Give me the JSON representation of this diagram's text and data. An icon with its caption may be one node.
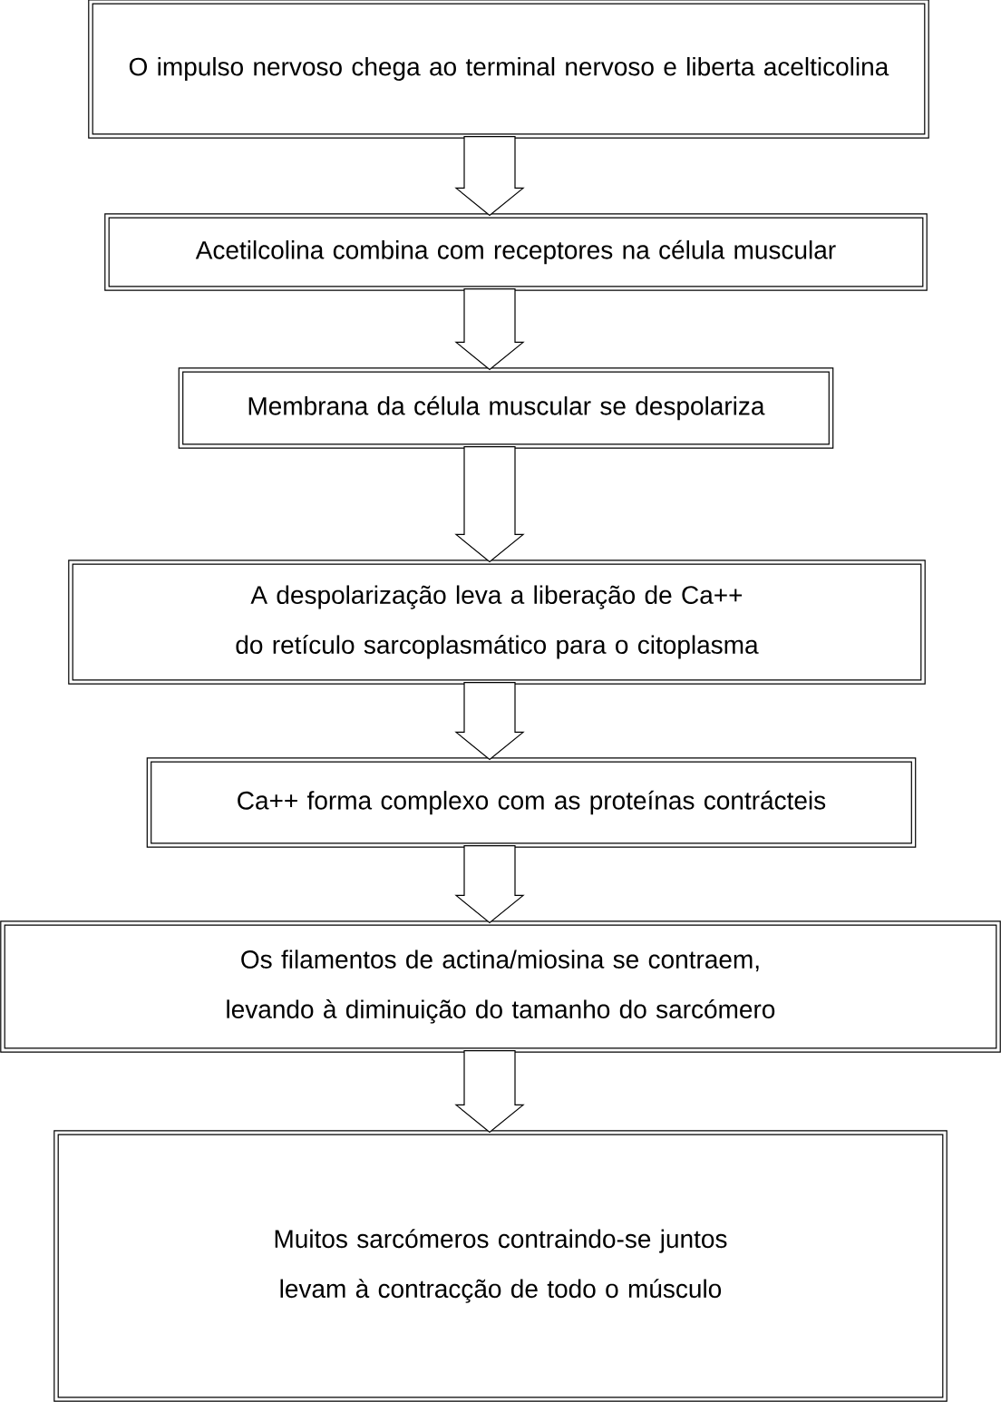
{
  "diagram": {
    "nodes": [
      {
        "text": [
          "O impulso nervoso chega ao terminal nervoso e liberta acelticolina"
        ]
      },
      {
        "text": [
          "Acetilcolina combina com receptores na célula muscular"
        ]
      },
      {
        "text": [
          "Membrana da célula muscular se despolariza"
        ]
      },
      {
        "text": [
          "A despolarização leva a liberação de Ca++ do retículo sarcoplasmático para o citoplasma"
        ]
      },
      {
        "text": [
          "Ca++ forma complexo com as proteínas contrácteis"
        ]
      },
      {
        "text": [
          "Os filamentos de actina/miosina se contraem, levando à diminuição do tamanho do sarcómero"
        ]
      },
      {
        "text": [
          "Muitos sarcómeros contraindo-se juntos levam à contracção de todo o músculo"
        ]
      }
    ],
    "edges": [
      {
        "from": 0,
        "to": 1,
        "arrow": "to"
      },
      {
        "from": 1,
        "to": 2,
        "arrow": "to"
      },
      {
        "from": 2,
        "to": 3,
        "arrow": "to"
      },
      {
        "from": 3,
        "to": 4,
        "arrow": "to"
      },
      {
        "from": 4,
        "to": 5,
        "arrow": "to"
      },
      {
        "from": 5,
        "to": 6,
        "arrow": "to"
      }
    ]
  }
}
